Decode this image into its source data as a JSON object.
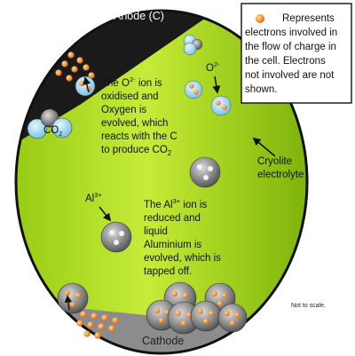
{
  "electrode_labels": {
    "anode": "Anode (C)",
    "cathode": "Cathode"
  },
  "legend": {
    "lines": [
      "Represents",
      "electrons involved in",
      "the flow of charge in",
      "the cell.  Electrons",
      "not involved are not",
      "shown."
    ],
    "icon": "orange-electron-dot"
  },
  "ions": {
    "oxide_label": "O",
    "oxide_charge": "2-",
    "aluminium_label": "Al",
    "aluminium_charge": "3+",
    "co2_label": "CO",
    "co2_sub": "2"
  },
  "oxidation_note": {
    "line1_a": "The O",
    "line1_sup": "2-",
    "line1_b": " ion is",
    "line2": "oxidised and",
    "line3": "Oxygen is",
    "line4": "evolved, which",
    "line5": "reacts with the C",
    "line6_a": "to produce CO",
    "line6_sub": "2"
  },
  "reduction_note": {
    "line1_a": "The Al",
    "line1_sup": "3+",
    "line1_b": " ion is",
    "line2": "reduced and",
    "line3": "liquid",
    "line4": "Aluminium is",
    "line5": "evolved, which is",
    "line6": "tapped off."
  },
  "electrolyte_label": [
    "Cryolite",
    "electrolyte"
  ],
  "scale_note": "Not to scale.",
  "colors": {
    "electrolyte": "#a8d820",
    "anode": "#1a1a1a",
    "cathode": "#8a8a8a",
    "electron": "#f07a1a",
    "outline": "#111111"
  }
}
